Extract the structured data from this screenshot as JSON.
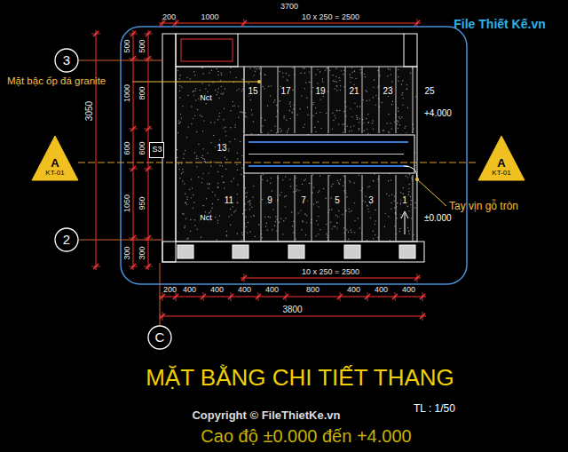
{
  "diagram": {
    "title": "MẶT BẰNG CHI TIẾT THANG",
    "caption": "Cao độ ±0.000 đến +4.000",
    "nodes": [
      {
        "text": [
          "3"
        ]
      },
      {
        "text": [
          "2"
        ]
      },
      {
        "text": [
          "C"
        ]
      },
      {
        "text": [
          "A",
          "KT-01"
        ]
      },
      {
        "text": [
          "A",
          "KT-01"
        ]
      },
      {
        "text": [
          "S3"
        ]
      }
    ],
    "labels": [
      "3700",
      "200",
      "1000",
      "10 x 250 = 2500",
      "3050",
      "500",
      "1000",
      "600",
      "1050",
      "300",
      "500",
      "800",
      "600",
      "950",
      "300",
      "10 x 250 = 2500",
      "200",
      "400",
      "400",
      "400",
      "400",
      "800",
      "400",
      "400",
      "400",
      "3800",
      "15",
      "17",
      "19",
      "21",
      "23",
      "25",
      "13",
      "11",
      "9",
      "7",
      "5",
      "3",
      "1",
      "Nct",
      "Nct",
      "+4.000",
      "±0.000",
      "Mặt bậc ốp đá granite",
      "Tay vịn gỗ tròn",
      "TL : 1/50",
      "Copyright © FileThietKe.vn",
      "File Thiết Kế.vn"
    ]
  }
}
